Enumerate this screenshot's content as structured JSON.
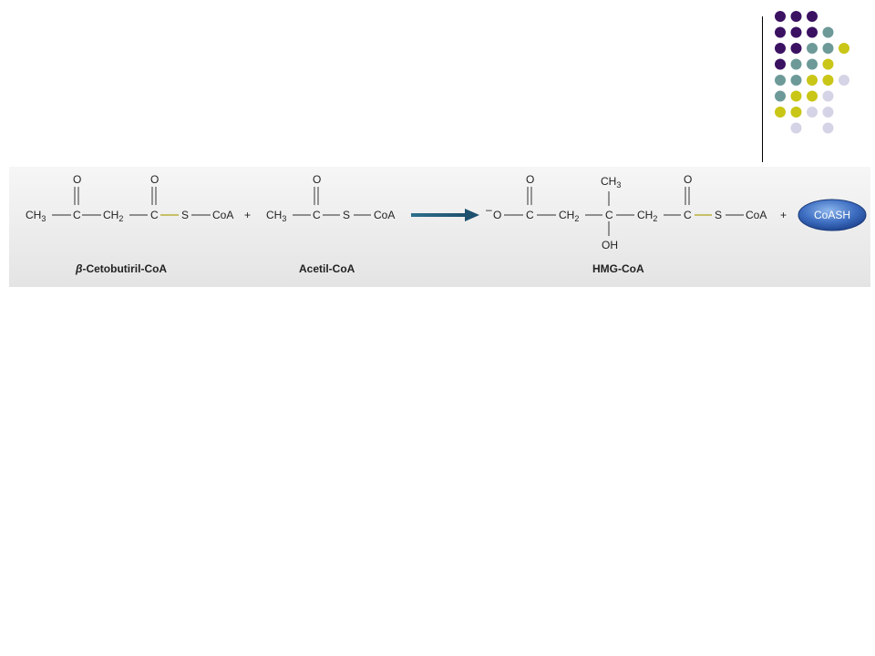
{
  "slide": {
    "palette": {
      "purple": "#3b1262",
      "teal": "#6d9a98",
      "olive": "#c9c617",
      "lavender": "#d4d4e6"
    },
    "dot_rows": [
      [
        "purple",
        "purple",
        "purple",
        null,
        null
      ],
      [
        "purple",
        "purple",
        "purple",
        "teal",
        null
      ],
      [
        "purple",
        "purple",
        "teal",
        "teal",
        "olive"
      ],
      [
        "purple",
        "teal",
        "teal",
        "olive",
        null
      ],
      [
        "teal",
        "teal",
        "olive",
        "olive",
        "lavender"
      ],
      [
        "teal",
        "olive",
        "olive",
        "lavender",
        null
      ],
      [
        "olive",
        "olive",
        "lavender",
        "lavender",
        null
      ],
      [
        null,
        "lavender",
        null,
        "lavender",
        null
      ]
    ]
  },
  "reaction": {
    "reactant1": {
      "name": "β-Cetobutiril-CoA",
      "greek": "β",
      "name_rest": "-Cetobutiril-CoA"
    },
    "reactant2": {
      "name": "Acetil-CoA"
    },
    "product1": {
      "name": "HMG-CoA"
    },
    "product2": {
      "name": "CoASH"
    },
    "atoms": {
      "ch3": "CH",
      "ch2": "CH",
      "sub3": "3",
      "sub2": "2",
      "c": "C",
      "o": "O",
      "s": "S",
      "coa": "CoA",
      "oh": "OH",
      "plus": "+",
      "minus": "–",
      "double": "||"
    }
  }
}
